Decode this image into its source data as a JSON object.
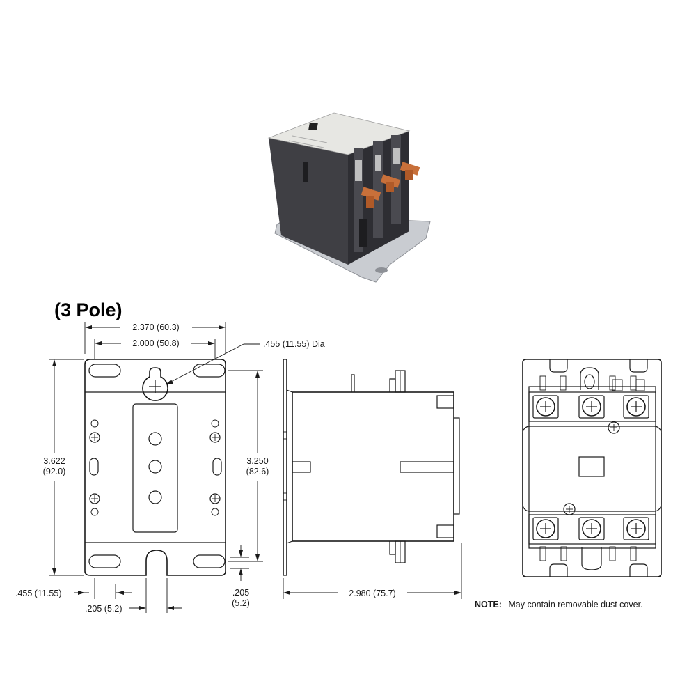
{
  "diagram": {
    "title": "(3 Pole)",
    "front_view": {
      "dim_overall_width": "2.370 (60.3)",
      "dim_mount_width": "2.000 (50.8)",
      "dim_hole_dia": ".455 (11.55) Dia",
      "dim_overall_height_in": "3.622",
      "dim_overall_height_mm": "(92.0)",
      "dim_mount_height_in": "3.250",
      "dim_mount_height_mm": "(82.6)",
      "dim_edge_offset": ".455 (11.55)",
      "dim_slot_width": ".205 (5.2)",
      "dim_slot_offset_in": ".205",
      "dim_slot_offset_mm": "(5.2)"
    },
    "side_view": {
      "dim_depth": "2.980 (75.7)"
    },
    "top_view": {
      "note_label": "NOTE:",
      "note_text": "May contain removable dust cover."
    },
    "colors": {
      "line": "#1a1a1a",
      "housing": "#3a3a3e",
      "copper": "#c8703a",
      "steel": "#c9ccd1"
    }
  }
}
